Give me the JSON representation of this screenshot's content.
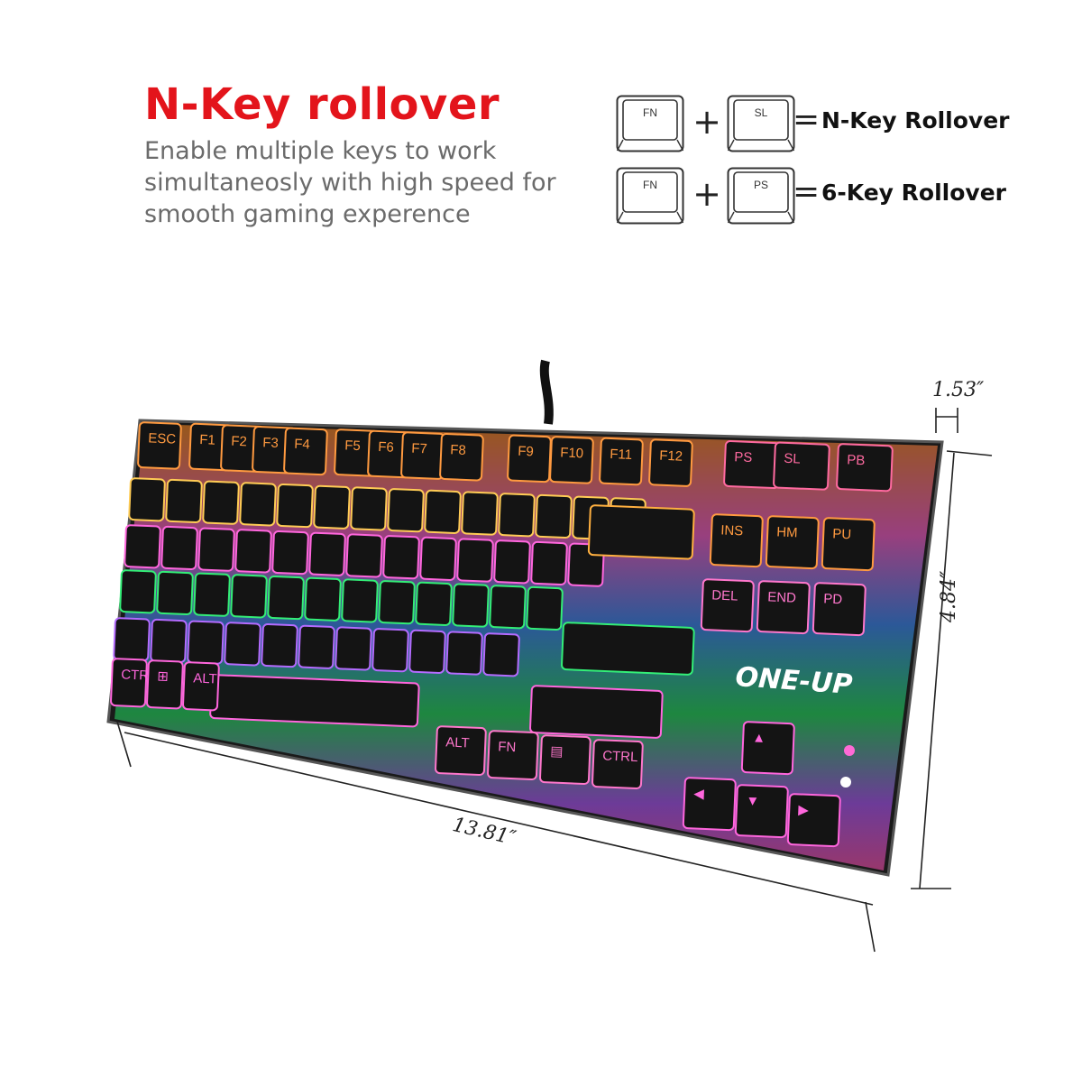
{
  "headline": "N-Key rollover",
  "description": "Enable multiple keys to work simultaneosly with high speed for smooth gaming experence",
  "combos": [
    {
      "key1": "FN",
      "key2": "SL",
      "result": "N-Key Rollover"
    },
    {
      "key1": "FN",
      "key2": "PS",
      "result": "6-Key Rollover"
    }
  ],
  "plus_sign": "+",
  "equals_sign": "=",
  "dimensions": {
    "width": "13.81″",
    "height": "4.84″",
    "depth": "1.53″"
  },
  "brand_logo": "ONE-UP",
  "keys": {
    "fn_row": [
      "ESC",
      "F1",
      "F2",
      "F3",
      "F4",
      "F5",
      "F6",
      "F7",
      "F8",
      "F9",
      "F10",
      "F11",
      "F12",
      "PS",
      "SL",
      "PB"
    ],
    "nav_top": [
      "INS",
      "HM",
      "PU"
    ],
    "nav_bottom": [
      "DEL",
      "END",
      "PD"
    ],
    "bottom_left": [
      "CTRL",
      "⊞",
      "ALT"
    ],
    "bottom_right": [
      "ALT",
      "FN",
      "▤",
      "CTRL"
    ]
  },
  "colors": {
    "headline": "#e3141b",
    "description": "#6b6b6b",
    "keyboard_body": "#1a1a1a"
  }
}
